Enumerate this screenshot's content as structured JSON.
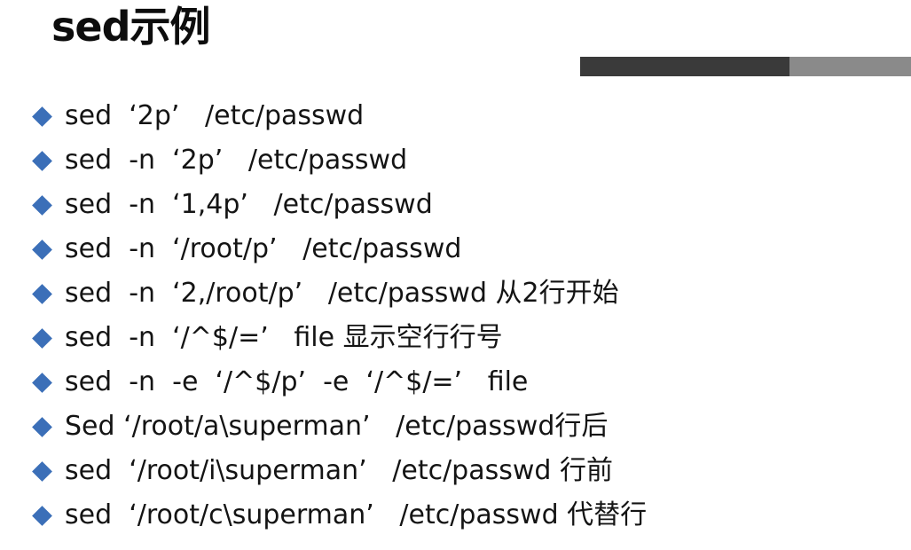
{
  "title": "sed示例",
  "colors": {
    "bullet": "#3b6fb8",
    "bar_dark": "#3a3a3a",
    "bar_light": "#8a8a8a"
  },
  "bullets": [
    {
      "icon": "diamond-bullet-icon",
      "text": "sed  ‘2p’   /etc/passwd"
    },
    {
      "icon": "diamond-bullet-icon",
      "text": "sed  -n  ‘2p’   /etc/passwd"
    },
    {
      "icon": "diamond-bullet-icon",
      "text": "sed  -n  ‘1,4p’   /etc/passwd"
    },
    {
      "icon": "diamond-bullet-icon",
      "text": "sed  -n  ‘/root/p’   /etc/passwd"
    },
    {
      "icon": "diamond-bullet-icon",
      "text": "sed  -n  ‘2,/root/p’   /etc/passwd 从2行开始"
    },
    {
      "icon": "diamond-bullet-icon",
      "text": "sed  -n  ‘/^$/=’   file 显示空行行号"
    },
    {
      "icon": "diamond-bullet-icon",
      "text": "sed  -n  -e  ‘/^$/p’  -e  ‘/^$/=’   file"
    },
    {
      "icon": "diamond-bullet-icon",
      "text": "Sed ‘/root/a\\superman’   /etc/passwd行后"
    },
    {
      "icon": "diamond-bullet-icon",
      "text": "sed  ‘/root/i\\superman’   /etc/passwd 行前"
    },
    {
      "icon": "diamond-bullet-icon",
      "text": "sed  ‘/root/c\\superman’   /etc/passwd 代替行"
    }
  ]
}
